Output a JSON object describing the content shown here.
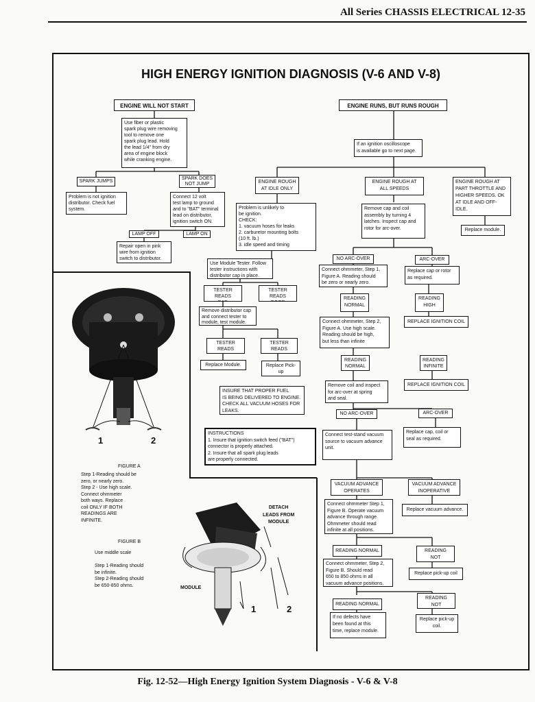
{
  "header": {
    "text": "All Series CHASSIS ELECTRICAL  12-35"
  },
  "title": "HIGH ENERGY IGNITION DIAGNOSIS (V-6 AND V-8)",
  "caption": "Fig. 12-52—High Energy Ignition System Diagnosis - V-6 & V-8",
  "left": {
    "start": "ENGINE WILL NOT START",
    "use_fiber": "Use fiber or plastic\nspark plug wire removing\ntool to remove one\nspark plug lead. Hold\nthe lead 1/4\" from dry\narea of engine block\nwhile cranking engine.",
    "spark_jumps": "SPARK JUMPS",
    "spark_no_jump": "SPARK DOES\nNOT JUMP",
    "problem_not_ignition": "Problem is not ignition\ndistributor. Check fuel\nsystem.",
    "connect_12v": "Connect 12 volt\ntest lamp to ground\nand to \"BAT\" terminal\nlead on distributor,\nignition switch ON.",
    "lamp_off": "LAMP OFF",
    "lamp_on": "LAMP ON",
    "repair_open": "Repair open in pink\nwire from ignition\nswitch to distributor."
  },
  "middle": {
    "rough_idle": "ENGINE ROUGH\nAT IDLE ONLY",
    "problem_unlikely": "Problem is unlikely to\nbe ignition.\nCHECK:\n1. vacuum hoses for leaks\n2. carburetor mounting bolts\n   (10 ft. lb.)\n3. idle speed and timing",
    "use_module_tester": "Use Module Tester. Follow\ntester instructions with\ndistributor cap in place.",
    "tester_bad_1": "TESTER READS\nBAD",
    "tester_good_1": "TESTER READS\nGOOD",
    "remove_cap": "Remove distributor cap\nand connect tester to\nmodule, test module.",
    "tester_bad_2": "TESTER READS\nBAD",
    "tester_good_2": "TESTER READS\nGOOD",
    "replace_module": "Replace Module.",
    "replace_pickup": "Replace Pick-up\nCoil.",
    "insure_fuel": "INSURE THAT PROPER FUEL\nIS BEING DELIVERED TO ENGINE.\nCHECK ALL VACUUM HOSES FOR\nLEAKS.",
    "instructions": "INSTRUCTIONS\n1.  Insure that ignition switch feed (\"BAT\")\n    connector is properly attached.\n2.  Insure that all spark plug leads\n    are properly connected."
  },
  "right": {
    "runs_rough": "ENGINE RUNS, BUT RUNS ROUGH",
    "oscilloscope": "If an ignition oscilloscope\nis available go to next page.",
    "rough_all_speeds": "ENGINE ROUGH AT\nALL SPEEDS",
    "rough_part_throttle": "ENGINE ROUGH AT\nPART THROTTLE AND\nHIGHER SPEEDS. OK\nAT IDLE AND OFF-\nIDLE.",
    "replace_module": "Replace module.",
    "remove_cap_coil": "Remove cap and coil\nassembly by turning 4\nlatches. Inspect cap and\nrotor for arc-over.",
    "no_arc_over_1": "NO ARC-OVER",
    "arc_over_1": "ARC-OVER",
    "ohm_step1_a": "Connect ohmmeter, Step 1,\nFigure A. Reading should\nbe zero or nearly zero.",
    "replace_cap_rotor": "Replace cap or rotor\nas required.",
    "reading_normal_1": "READING\nNORMAL",
    "reading_high": "READING\nHIGH",
    "ohm_step2_a": "Connect ohmmeter, Step 2,\nFigure A. Use high scale.\nReading should be high,\nbut less than infinite",
    "replace_coil_1": "REPLACE IGNITION COIL",
    "reading_normal_2": "READING\nNORMAL",
    "reading_infinite": "READING\nINFINITE",
    "remove_coil_inspect": "Remove coil and inspect\nfor arc-over at spring\nand seal.",
    "replace_coil_2": "REPLACE IGNITION COIL",
    "no_arc_over_2": "NO ARC-OVER",
    "arc_over_2": "ARC-OVER",
    "replace_cap_coil_seal": "Replace cap, coil or\nseal as required.",
    "test_stand": "Connect test-stand vacuum\nsource to vacuum advance\nunit.",
    "vac_operates": "VACUUM ADVANCE\nOPERATES",
    "vac_inoperative": "VACUUM ADVANCE\nINOPERATIVE",
    "ohm_step1_b": "Connect ohmmeter Step 1,\nFigure B. Operate vacuum\nadvance through range.\nOhmmeter should read\ninfinite at all positions.",
    "replace_vac": "Replace vacuum advance.",
    "reading_normal_3": "READING NORMAL",
    "reading_not_infinite": "READING NOT\nINFINITE",
    "ohm_step2_b": "Connect ohmmeter, Step 2,\nFigure B. Should read\n650 to 850 ohms in all\nvacuum advance positions.",
    "replace_pickup_1": "Replace pick-up coil",
    "reading_normal_4": "READING NORMAL",
    "reading_not_normal": "READING NOT\nNORMAL",
    "no_defects": "If no defects have\nbeen found at this\ntime, replace module.",
    "replace_pickup_2": "Replace pick-up\ncoil."
  },
  "figures": {
    "fig_a_label": "FIGURE A",
    "fig_a_text": "Step 1-Reading should be\n      zero, or nearly zero.\nStep 2 - Use high scale.\n      Connect ohmmeter\n      both ways. Replace\n      coil ONLY IF BOTH\n      READINGS ARE\n      INFINITE.",
    "fig_b_label": "FIGURE B",
    "fig_b_text": "Use middle scale\n\nStep 1-Reading should\n      be infinite.\nStep 2-Reading should\n      be 650-850 ohms.",
    "lead_1": "1",
    "lead_2": "2",
    "detach_leads": "DETACH\nLEADS FROM\nMODULE",
    "module": "MODULE",
    "lead_1b": "1",
    "lead_2b": "2"
  },
  "colors": {
    "ink": "#111111",
    "paper": "#fafaf8"
  }
}
